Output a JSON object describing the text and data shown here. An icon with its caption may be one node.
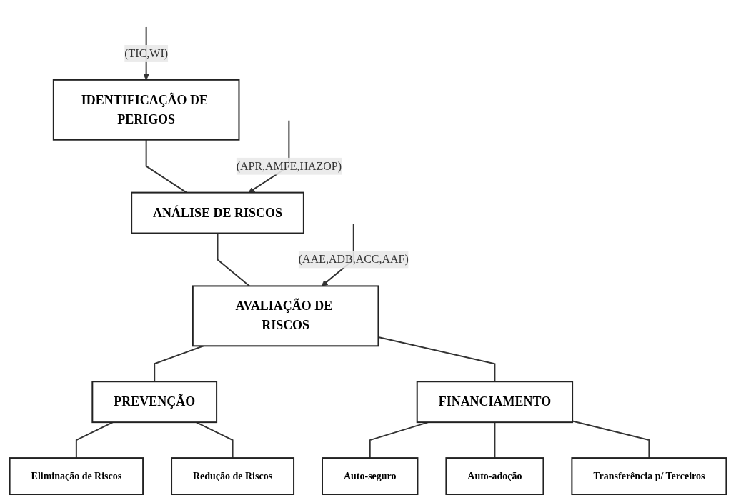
{
  "diagram": {
    "nodes": [
      {
        "text": [
          "IDENTIFICAÇÃO DE PERIGOS"
        ]
      },
      {
        "text": [
          "ANÁLISE DE RISCOS"
        ]
      },
      {
        "text": [
          "AVALIAÇÃO DE RISCOS"
        ]
      },
      {
        "text": [
          "PREVENÇÃO"
        ]
      },
      {
        "text": [
          "FINANCIAMENTO"
        ]
      },
      {
        "text": [
          "Eliminação de Riscos"
        ]
      },
      {
        "text": [
          "Redução de Riscos"
        ]
      },
      {
        "text": [
          "Auto-seguro"
        ]
      },
      {
        "text": [
          "Auto-adoção"
        ]
      },
      {
        "text": [
          "Transferência p/ Terceiros"
        ]
      }
    ],
    "edges": [
      {
        "from": null,
        "to": 0,
        "arrow": "to",
        "label": "(TIC,WI)"
      },
      {
        "from": 0,
        "to": 1,
        "arrow": "none"
      },
      {
        "from": null,
        "to": 1,
        "arrow": "to",
        "label": "(APR,AMFE,HAZOP)"
      },
      {
        "from": 1,
        "to": 2,
        "arrow": "none"
      },
      {
        "from": null,
        "to": 2,
        "arrow": "to",
        "label": "(AAE,ADB,ACC,AAF)"
      },
      {
        "from": 2,
        "to": 3,
        "arrow": "none"
      },
      {
        "from": 2,
        "to": 4,
        "arrow": "none"
      },
      {
        "from": 3,
        "to": 5,
        "arrow": "none"
      },
      {
        "from": 3,
        "to": 6,
        "arrow": "none"
      },
      {
        "from": 4,
        "to": 7,
        "arrow": "none"
      },
      {
        "from": 4,
        "to": 8,
        "arrow": "none"
      },
      {
        "from": 4,
        "to": 9,
        "arrow": "none"
      }
    ]
  }
}
